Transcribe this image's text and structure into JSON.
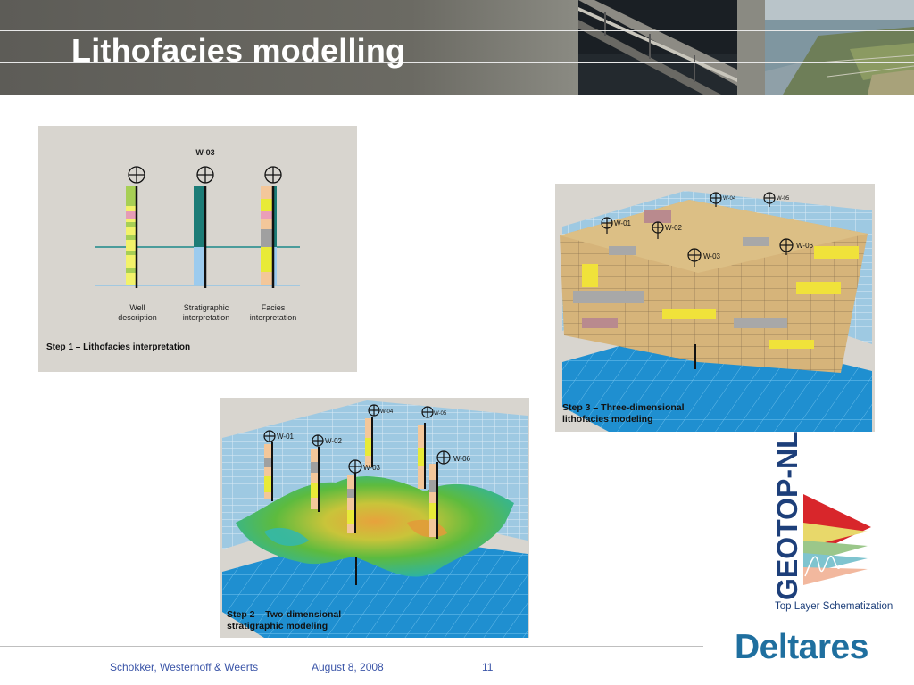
{
  "slide": {
    "title": "Lithofacies modelling"
  },
  "step1": {
    "well_id": "W-03",
    "col1_label": "Well\ndescription",
    "col2_label": "Stratigraphic\ninterpretation",
    "col3_label": "Facies\ninterpretation",
    "caption": "Step 1 – Lithofacies interpretation"
  },
  "step2": {
    "caption": "Step 2 – Two-dimensional\nstratigraphic modeling",
    "wells": [
      "W-01",
      "W-02",
      "W-03",
      "W-04",
      "W-05",
      "W-06"
    ]
  },
  "step3": {
    "caption": "Step 3 – Three-dimensional\nlithofacies modeling",
    "wells": [
      "W-01",
      "W-02",
      "W-03",
      "W-04",
      "W-05",
      "W-06"
    ]
  },
  "logos": {
    "geotop_name": "GEOTOP-NL",
    "geotop_tagline": "Top Layer Schematization",
    "deltares": "Deltares"
  },
  "footer": {
    "authors": "Schokker, Westerhoff & Weerts",
    "date": "August 8, 2008",
    "page": "11"
  },
  "colors": {
    "header_bg": "#62615b",
    "title": "#ffffff",
    "footer_text": "#3b55a8",
    "deltares_blue": "#1f6f9f",
    "geotop_navy": "#1d3f7a",
    "geotop_red": "#d8262b"
  }
}
